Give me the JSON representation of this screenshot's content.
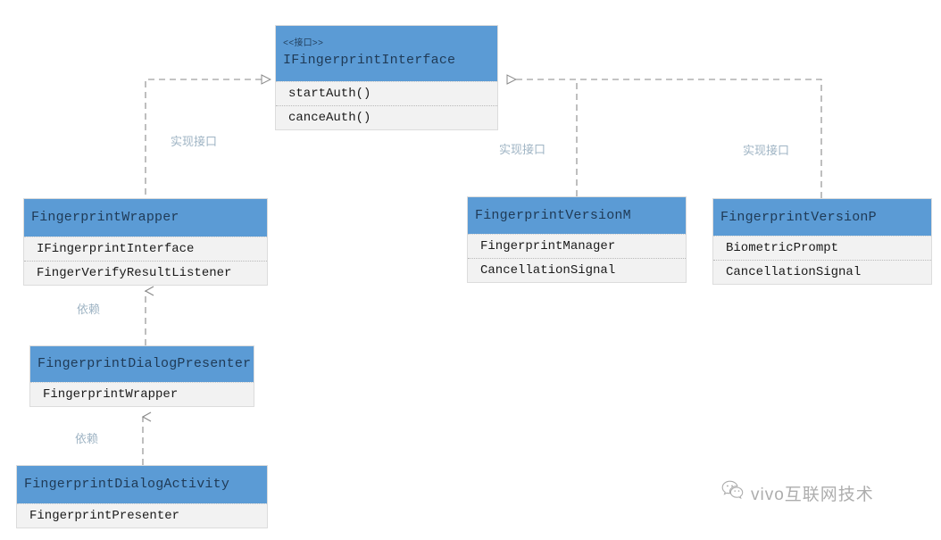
{
  "diagram": {
    "type": "uml-class-diagram",
    "background": "#ffffff",
    "header_color": "#5b9bd5",
    "body_color": "#f2f2f2",
    "label_color": "#9fb4c4",
    "classes": [
      {
        "id": "ifingerprintinterface",
        "stereotype": "<<接口>>",
        "name": "IFingerprintInterface",
        "members": [
          "startAuth()",
          "canceAuth()"
        ]
      },
      {
        "id": "fingerprintwrapper",
        "stereotype": "",
        "name": "FingerprintWrapper",
        "members": [
          "IFingerprintInterface",
          "FingerVerifyResultListener"
        ]
      },
      {
        "id": "fingerprintversionm",
        "stereotype": "",
        "name": "FingerprintVersionM",
        "members": [
          "FingerprintManager",
          "CancellationSignal"
        ]
      },
      {
        "id": "fingerprintversionp",
        "stereotype": "",
        "name": "FingerprintVersionP",
        "members": [
          "BiometricPrompt",
          "CancellationSignal"
        ]
      },
      {
        "id": "fingerprintdialogpresenter",
        "stereotype": "",
        "name": "FingerprintDialogPresenter",
        "members": [
          "FingerprintWrapper"
        ]
      },
      {
        "id": "fingerprintdialogactivity",
        "stereotype": "",
        "name": "FingerprintDialogActivity",
        "members": [
          "FingerprintPresenter"
        ]
      }
    ],
    "edges": [
      {
        "id": "edge-wrapper-realize",
        "label": "实现接口",
        "kind": "realization"
      },
      {
        "id": "edge-versionm-realize",
        "label": "实现接口",
        "kind": "realization"
      },
      {
        "id": "edge-versionp-realize",
        "label": "实现接口",
        "kind": "realization"
      },
      {
        "id": "edge-presenter-depend",
        "label": "依赖",
        "kind": "dependency"
      },
      {
        "id": "edge-activity-depend",
        "label": "依赖",
        "kind": "dependency"
      }
    ]
  },
  "watermark": {
    "icon": "wechat-icon",
    "text": "vivo互联网技术"
  }
}
